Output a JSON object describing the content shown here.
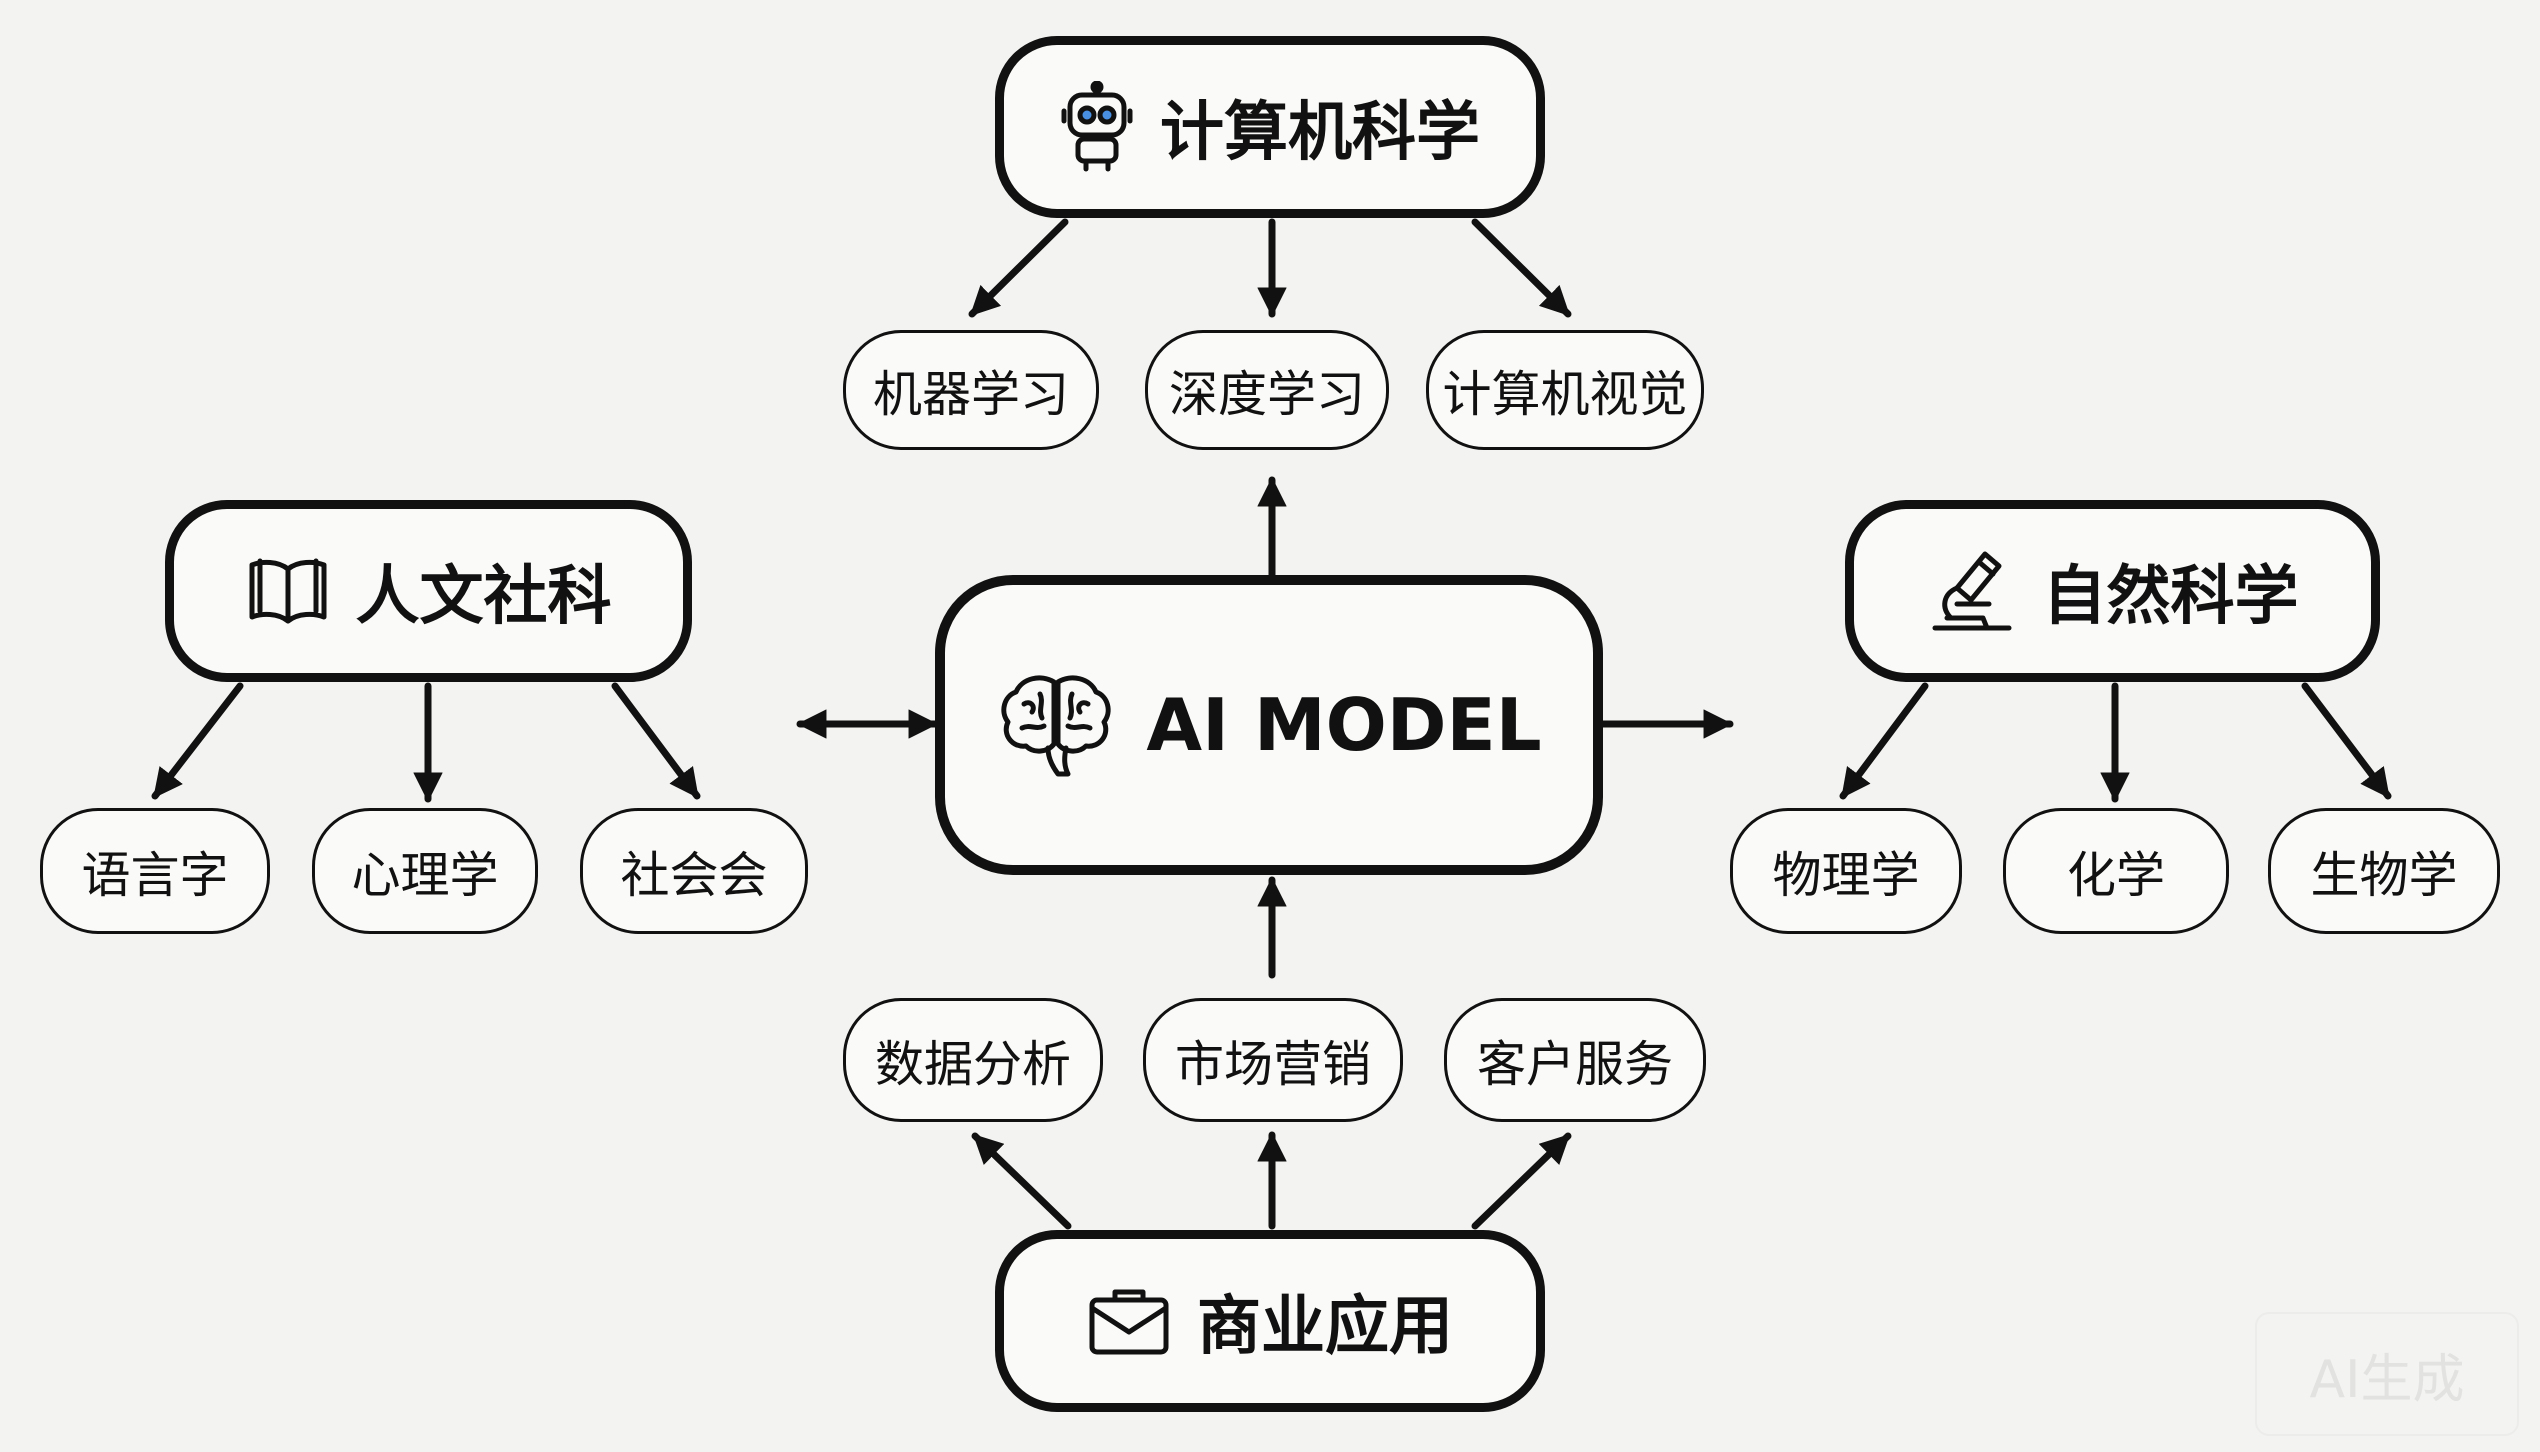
{
  "center": {
    "label": "AI MODEL",
    "icon": "brain-icon"
  },
  "categories": {
    "computer_science": {
      "label": "计算机科学",
      "icon": "robot-icon",
      "children": [
        "机器学习",
        "深度学习",
        "计算机视觉"
      ]
    },
    "humanities": {
      "label": "人文社科",
      "icon": "open-book-icon",
      "children": [
        "语言字",
        "心理学",
        "社会会"
      ]
    },
    "natural_science": {
      "label": "自然科学",
      "icon": "microscope-icon",
      "children": [
        "物理学",
        "化学",
        "生物学"
      ]
    },
    "business": {
      "label": "商业应用",
      "icon": "briefcase-icon",
      "children": [
        "数据分析",
        "市场营销",
        "客户服务"
      ]
    }
  },
  "watermark": "AI生成",
  "colors": {
    "line": "#111111",
    "background": "#f3f3f1",
    "node_fill": "#fafaf8"
  }
}
